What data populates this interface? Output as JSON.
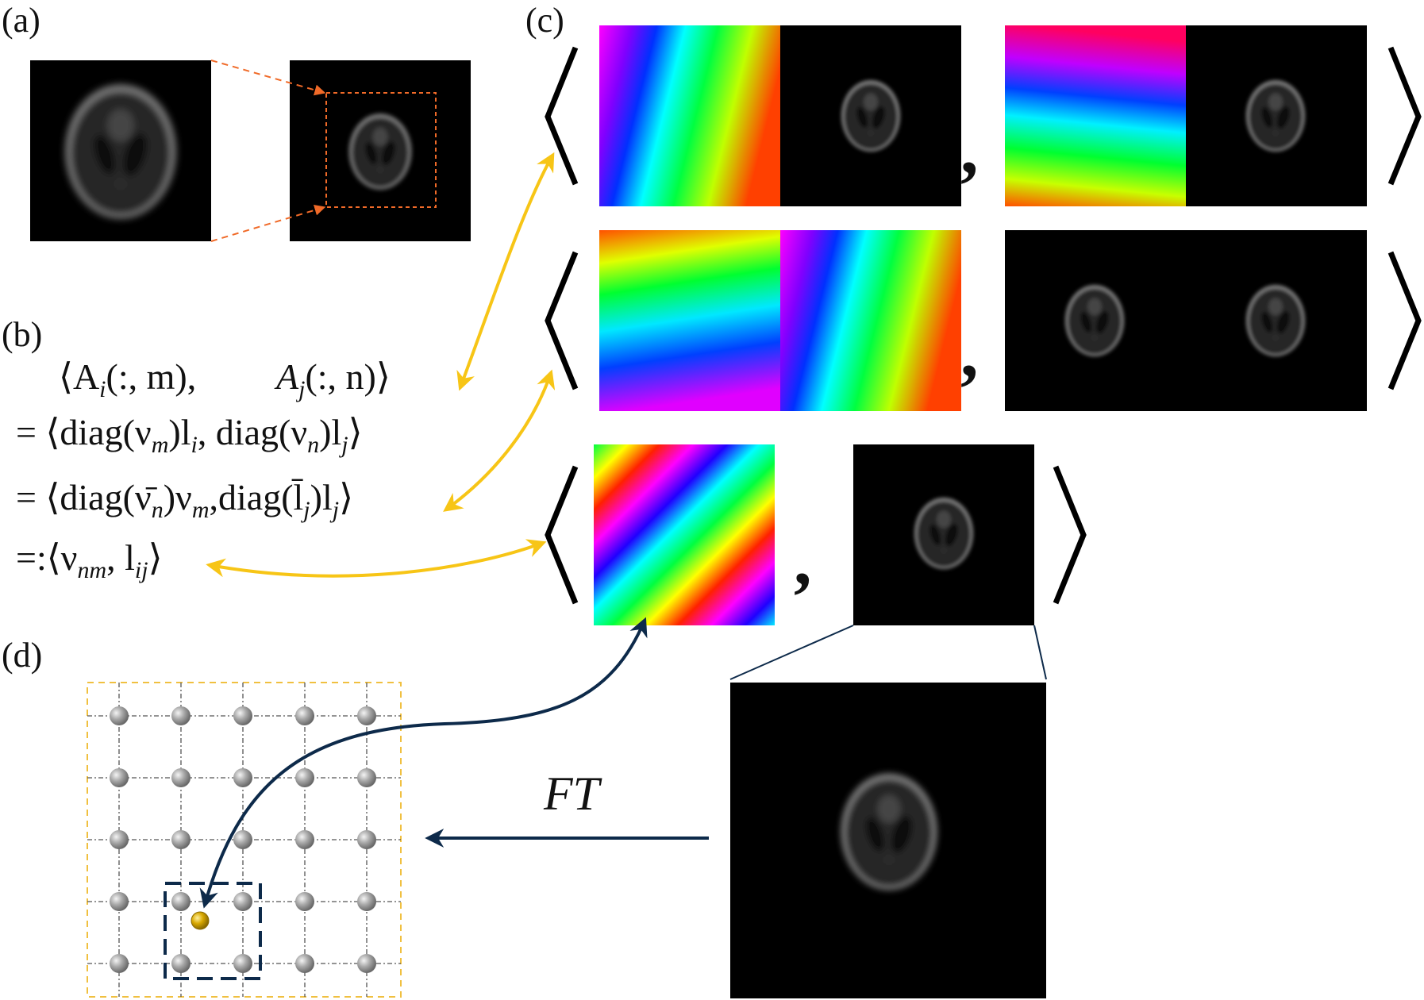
{
  "panels": {
    "a": "(a)",
    "b": "(b)",
    "c": "(c)",
    "d": "(d)"
  },
  "equations": {
    "line1_left": "⟨A",
    "line1_left_sub": "i",
    "line1_left_tail": "(:, m),",
    "line1_right": "A",
    "line1_right_sub": "j",
    "line1_right_tail": "(:, n)⟩",
    "line2": "= ⟨diag(ν",
    "line2_sub_m": "m",
    "line2_mid": ")l",
    "line2_sub_i": "i",
    "line2_mid2": ",  diag(ν",
    "line2_sub_n": "n",
    "line2_end": ")l",
    "line2_sub_j": "j",
    "line2_close": "⟩",
    "line3": "= ⟨diag(ν̄",
    "line3_sub_n": "n",
    "line3_mid": ")ν",
    "line3_sub_m": "m",
    "line3_mid2": ",diag(l̄",
    "line3_sub_j": "j",
    "line3_end": ")l",
    "line3_sub_j2": "j",
    "line3_close": "⟩",
    "line4": "=:⟨ν",
    "line4_sub_nm": "nm",
    "line4_mid": ", l",
    "line4_sub_ij": "ij",
    "line4_close": "⟩"
  },
  "separators": {
    "comma": ","
  },
  "ft_label": "FT",
  "colors": {
    "orange_dashed": "#f06a28",
    "yellow_arrow": "#f7c516",
    "navy_arrow": "#0d2a4a",
    "grid_border": "#f0c040",
    "node_gray": "#9a9a9a",
    "node_highlight": "#d8a800"
  },
  "lattice": {
    "rows": 5,
    "cols": 5,
    "highlight": {
      "row": 3,
      "col": 1
    }
  }
}
